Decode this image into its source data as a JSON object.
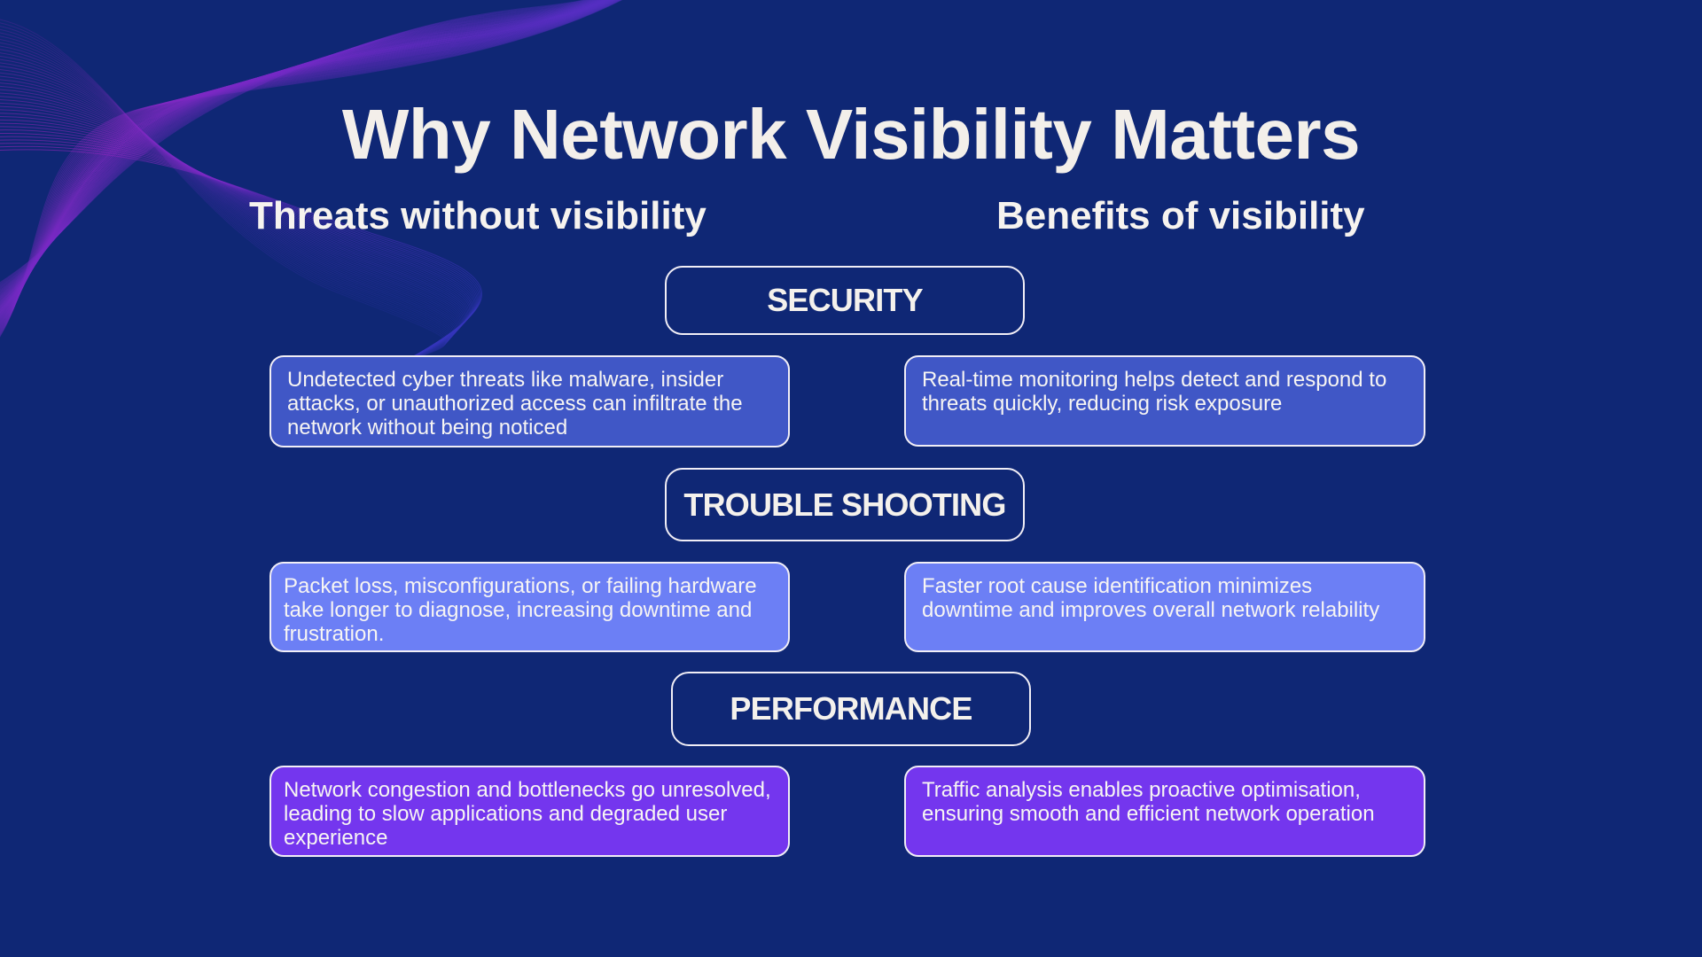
{
  "slide": {
    "title": "Why Network Visibility Matters",
    "heading_left": "Threats without visibility",
    "heading_right": "Benefits of visibility"
  },
  "colors": {
    "background": "#0f2775",
    "security_box": "#4057c6",
    "troubleshooting_box": "#6c7ff5",
    "performance_box": "#7436ee",
    "text": "#f3efea"
  },
  "categories": [
    {
      "label": "SECURITY",
      "threat": "Undetected cyber threats like malware, insider attacks, or unauthorized access can infiltrate the network without being noticed",
      "benefit": "Real-time monitoring helps detect and respond to threats quickly, reducing risk exposure"
    },
    {
      "label": "TROUBLE SHOOTING",
      "threat": "Packet loss, misconfigurations, or failing hardware take longer to diagnose, increasing downtime and frustration.",
      "benefit": "Faster root cause identification minimizes downtime and improves overall network relability"
    },
    {
      "label": "PERFORMANCE",
      "threat": "Network congestion and bottlenecks go unresolved, leading to slow applications and degraded user experience",
      "benefit": "Traffic analysis enables proactive optimisation, ensuring smooth and efficient network operation"
    }
  ]
}
